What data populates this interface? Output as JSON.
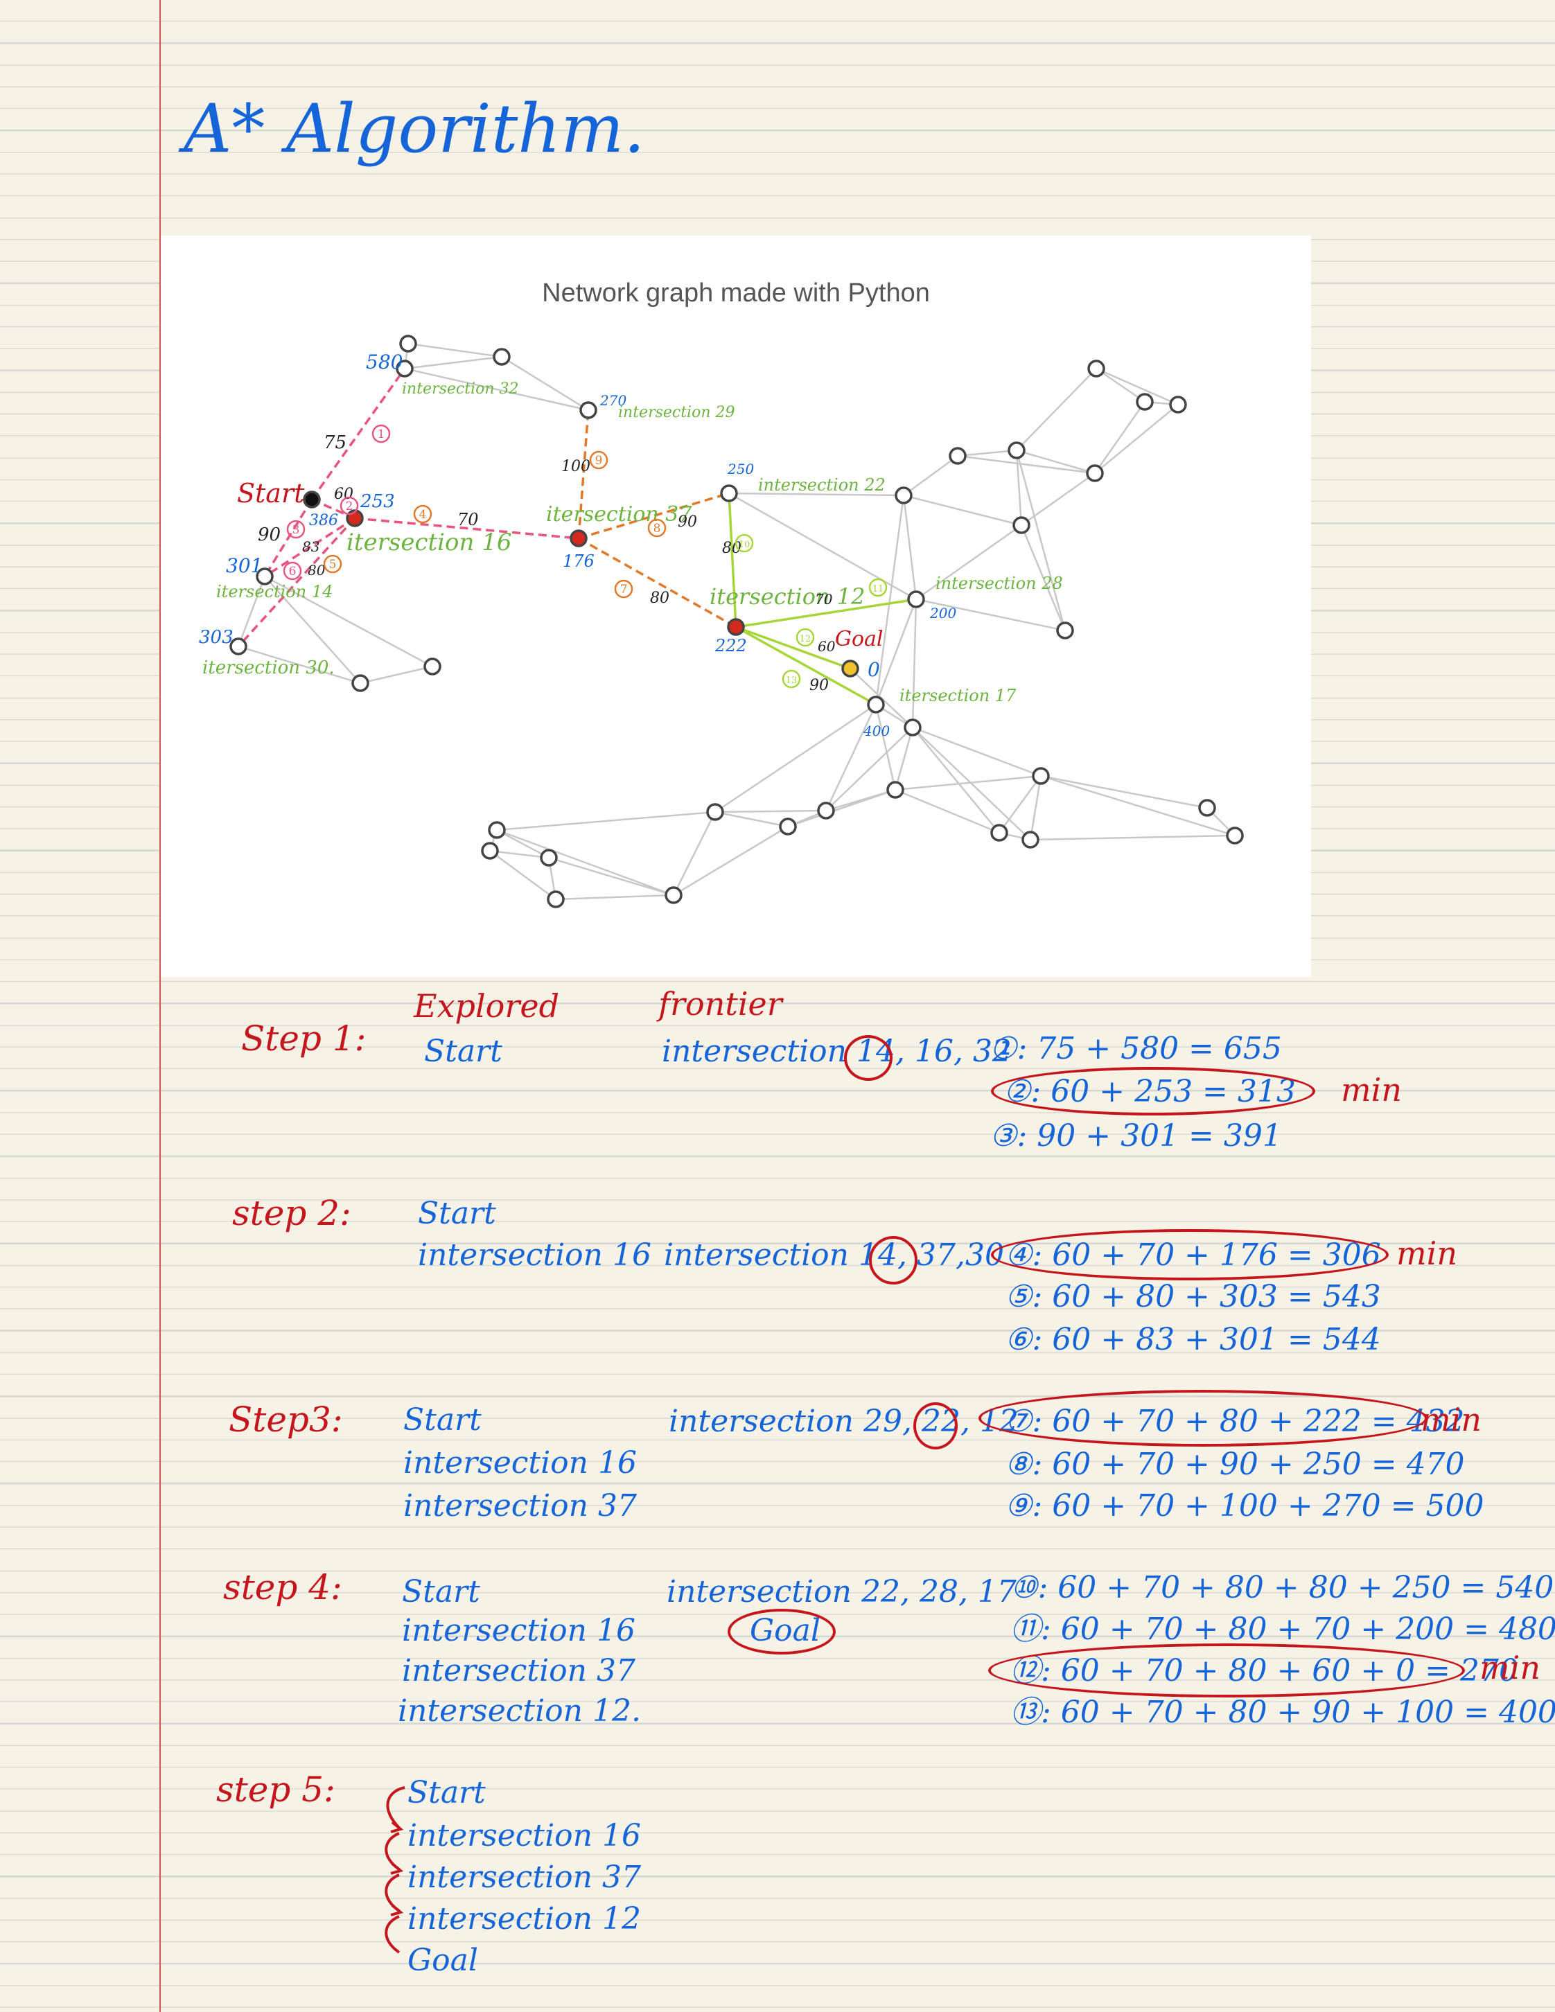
{
  "page": {
    "title": "A* Algorithm."
  },
  "graph": {
    "title": "Network graph made with Python",
    "node_labels": {
      "start": "Start",
      "goal": "Goal",
      "i32": "intersection 32",
      "i29": "intersection 29",
      "i37": "itersection 37",
      "i22": "intersection 22",
      "i16": "itersection 16",
      "i14": "itersection 14",
      "i30": "itersection 30.",
      "i12": "itersection 12",
      "i28": "intersection 28",
      "i17": "itersection 17"
    },
    "heuristics": {
      "i32": "580",
      "i29": "270",
      "i22": "250",
      "i16": "253",
      "i37": "176",
      "i14": "301",
      "i30": "303",
      "i12": "222",
      "i28": "200",
      "goal": "0",
      "i17": "400",
      "start": "386"
    },
    "edge_costs": {
      "start_i32": "75",
      "start_i16": "60",
      "start_i14": "90",
      "i16_i14": "83",
      "i16_i37": "70",
      "i16_i30": "80",
      "i37_i29": "100",
      "i37_i22": "90",
      "i37_i12": "80",
      "i22_i12": "80",
      "i12_i28": "70",
      "i12_goal": "60",
      "i12_i17": "90"
    },
    "edge_markers": {
      "m1": "1",
      "m2": "2",
      "m3": "3",
      "m4": "4",
      "m5": "5",
      "m6": "6",
      "m7": "7",
      "m8": "8",
      "m9": "9",
      "m10": "10",
      "m11": "11",
      "m12": "12",
      "m13": "13"
    }
  },
  "steps": [
    {
      "label": "Step 1:",
      "explored": [
        "Start"
      ],
      "frontier": [
        "intersection 14,",
        "16",
        ", 32"
      ],
      "calcs": [
        "①: 75 + 580 = 655",
        "②: 60 + 253 = 313",
        "③: 90 + 301 = 391"
      ],
      "min": "min"
    },
    {
      "label": "step 2:",
      "explored": [
        "Start",
        "intersection 16"
      ],
      "frontier": [
        "intersection 14,",
        "37",
        ",30"
      ],
      "calcs": [
        "④: 60 + 70 + 176 = 306",
        "⑤: 60 + 80 + 303 = 543",
        "⑥: 60 + 83 + 301 = 544"
      ],
      "min": "min"
    },
    {
      "label": "Step3:",
      "explored": [
        "Start",
        "intersection 16",
        "intersection 37"
      ],
      "frontier": [
        "intersection 29, 22,",
        "12"
      ],
      "calcs": [
        "⑦: 60 + 70 + 80 + 222 = 432",
        "⑧: 60 + 70 + 90 + 250 = 470",
        "⑨: 60 + 70 + 100 + 270 = 500"
      ],
      "min": "min"
    },
    {
      "label": "step 4:",
      "explored": [
        "Start",
        "intersection 16",
        "intersection 37",
        "intersection 12."
      ],
      "frontier": [
        "intersection 22, 28, 17",
        "Goal"
      ],
      "calcs": [
        "⑩: 60 + 70 + 80 + 80 + 250 = 540",
        "⑪: 60 + 70 + 80 + 70 + 200 = 480",
        "⑫: 60 + 70 + 80 + 60 + 0 = 270",
        "⑬: 60 + 70 + 80 + 90 + 100 = 400"
      ],
      "min": "min"
    },
    {
      "label": "step 5:",
      "explored": [
        "Start",
        "intersection 16",
        "intersection 37",
        "intersection 12",
        "Goal"
      ]
    }
  ],
  "headers": {
    "explored": "Explored",
    "frontier": "frontier"
  },
  "colors": {
    "ink_blue": "#1565d8",
    "ink_red": "#c4161c",
    "label_green": "#6db33f",
    "path_orange": "#e07a2a",
    "path_pink": "#e75480",
    "path_lime": "#a6d63a",
    "edge_grey": "#c8c8c8",
    "start_node": "#111111",
    "goal_node": "#f2c12e",
    "explored_node": "#d42a1e"
  }
}
